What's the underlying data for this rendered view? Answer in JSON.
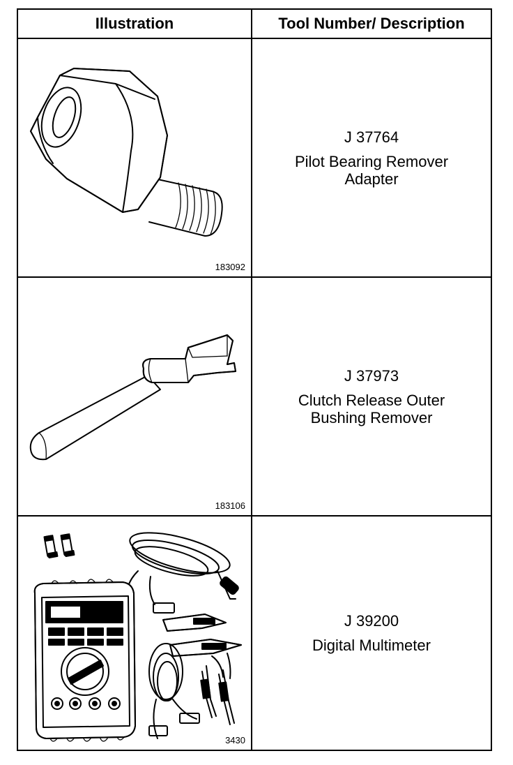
{
  "table": {
    "header": {
      "illustration": "Illustration",
      "description": "Tool Number/ Description"
    },
    "rows": [
      {
        "figure_number": "183092",
        "tool_number": "J 37764",
        "description_lines": [
          "Pilot Bearing Remover",
          "Adapter"
        ],
        "illustration_icon": "pilot-bearing-adapter-icon"
      },
      {
        "figure_number": "183106",
        "tool_number": "J 37973",
        "description_lines": [
          "Clutch Release Outer",
          "Bushing Remover"
        ],
        "illustration_icon": "bushing-remover-icon"
      },
      {
        "figure_number": "3430",
        "tool_number": "J 39200",
        "description_lines": [
          "Digital Multimeter"
        ],
        "illustration_icon": "digital-multimeter-icon"
      }
    ]
  }
}
